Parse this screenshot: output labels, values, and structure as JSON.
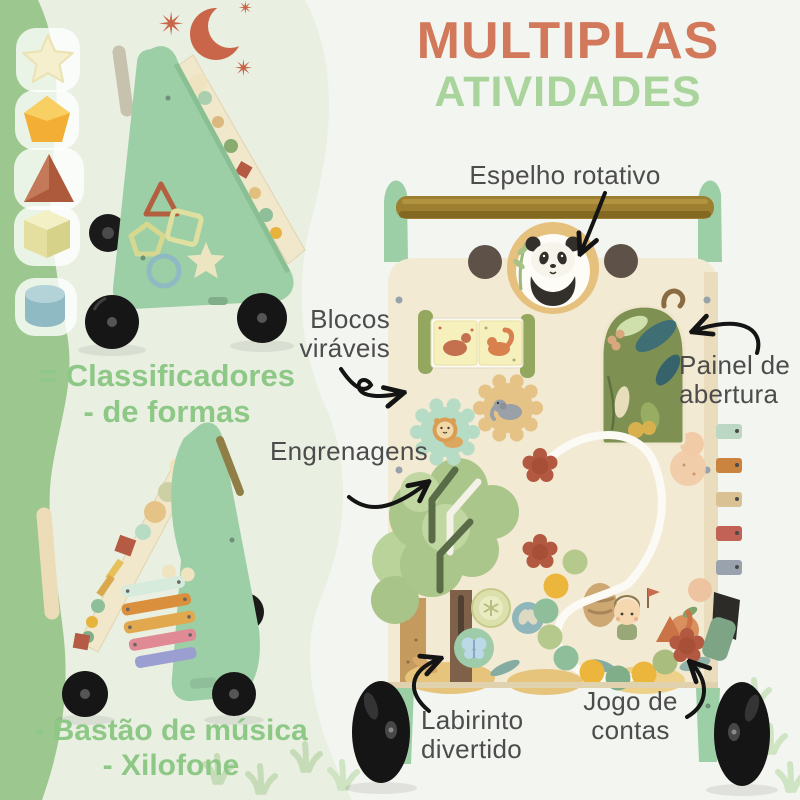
{
  "title": {
    "line1": "MULTIPLAS",
    "line2": "ATIVIDADES"
  },
  "captions": {
    "shape_sorter": {
      "line1": "= Classificadores",
      "line2": "- de formas"
    },
    "music": {
      "line1": "- Bastão de música",
      "line2": "- Xilofone"
    }
  },
  "callouts": {
    "mirror": {
      "text": "Espelho rotativo"
    },
    "blocks": {
      "line1": "Blocos",
      "line2": "viráveis"
    },
    "gears": {
      "text": "Engrenagens"
    },
    "panel": {
      "line1": "Painel de",
      "line2": "abertura"
    },
    "maze": {
      "line1": "Labirinto",
      "line2": "divertido"
    },
    "beads": {
      "line1": "Jogo de",
      "line2": "contas"
    }
  },
  "decorations": {
    "star_glyph": "✴",
    "moon": "crescent-moon-icon",
    "grass": "grass-sprout-icon",
    "shape_blocks": [
      "star",
      "pentagon",
      "triangle",
      "cube",
      "cylinder"
    ]
  },
  "colors": {
    "background": "#f3f5f0",
    "blob_green": "#e9efe1",
    "side_strip_green": "#9cc78e",
    "title_orange": "#d1795a",
    "title_green": "#a9d49c",
    "caption_green": "#8ec887",
    "label_gray": "#4c4c4c",
    "walker_green": "#9ccfa5",
    "board_cream": "#f3ead3",
    "handle_brown": "#9d7f31",
    "door_panel_olive": "#7e9152",
    "gear_mint": "#b7dcc6",
    "gear_tan": "#e5c386",
    "accent_terracotta": "#b35942",
    "bead_yellow": "#ecb53c",
    "bead_green": "#8fbf9a",
    "wheel_black": "#151515"
  }
}
